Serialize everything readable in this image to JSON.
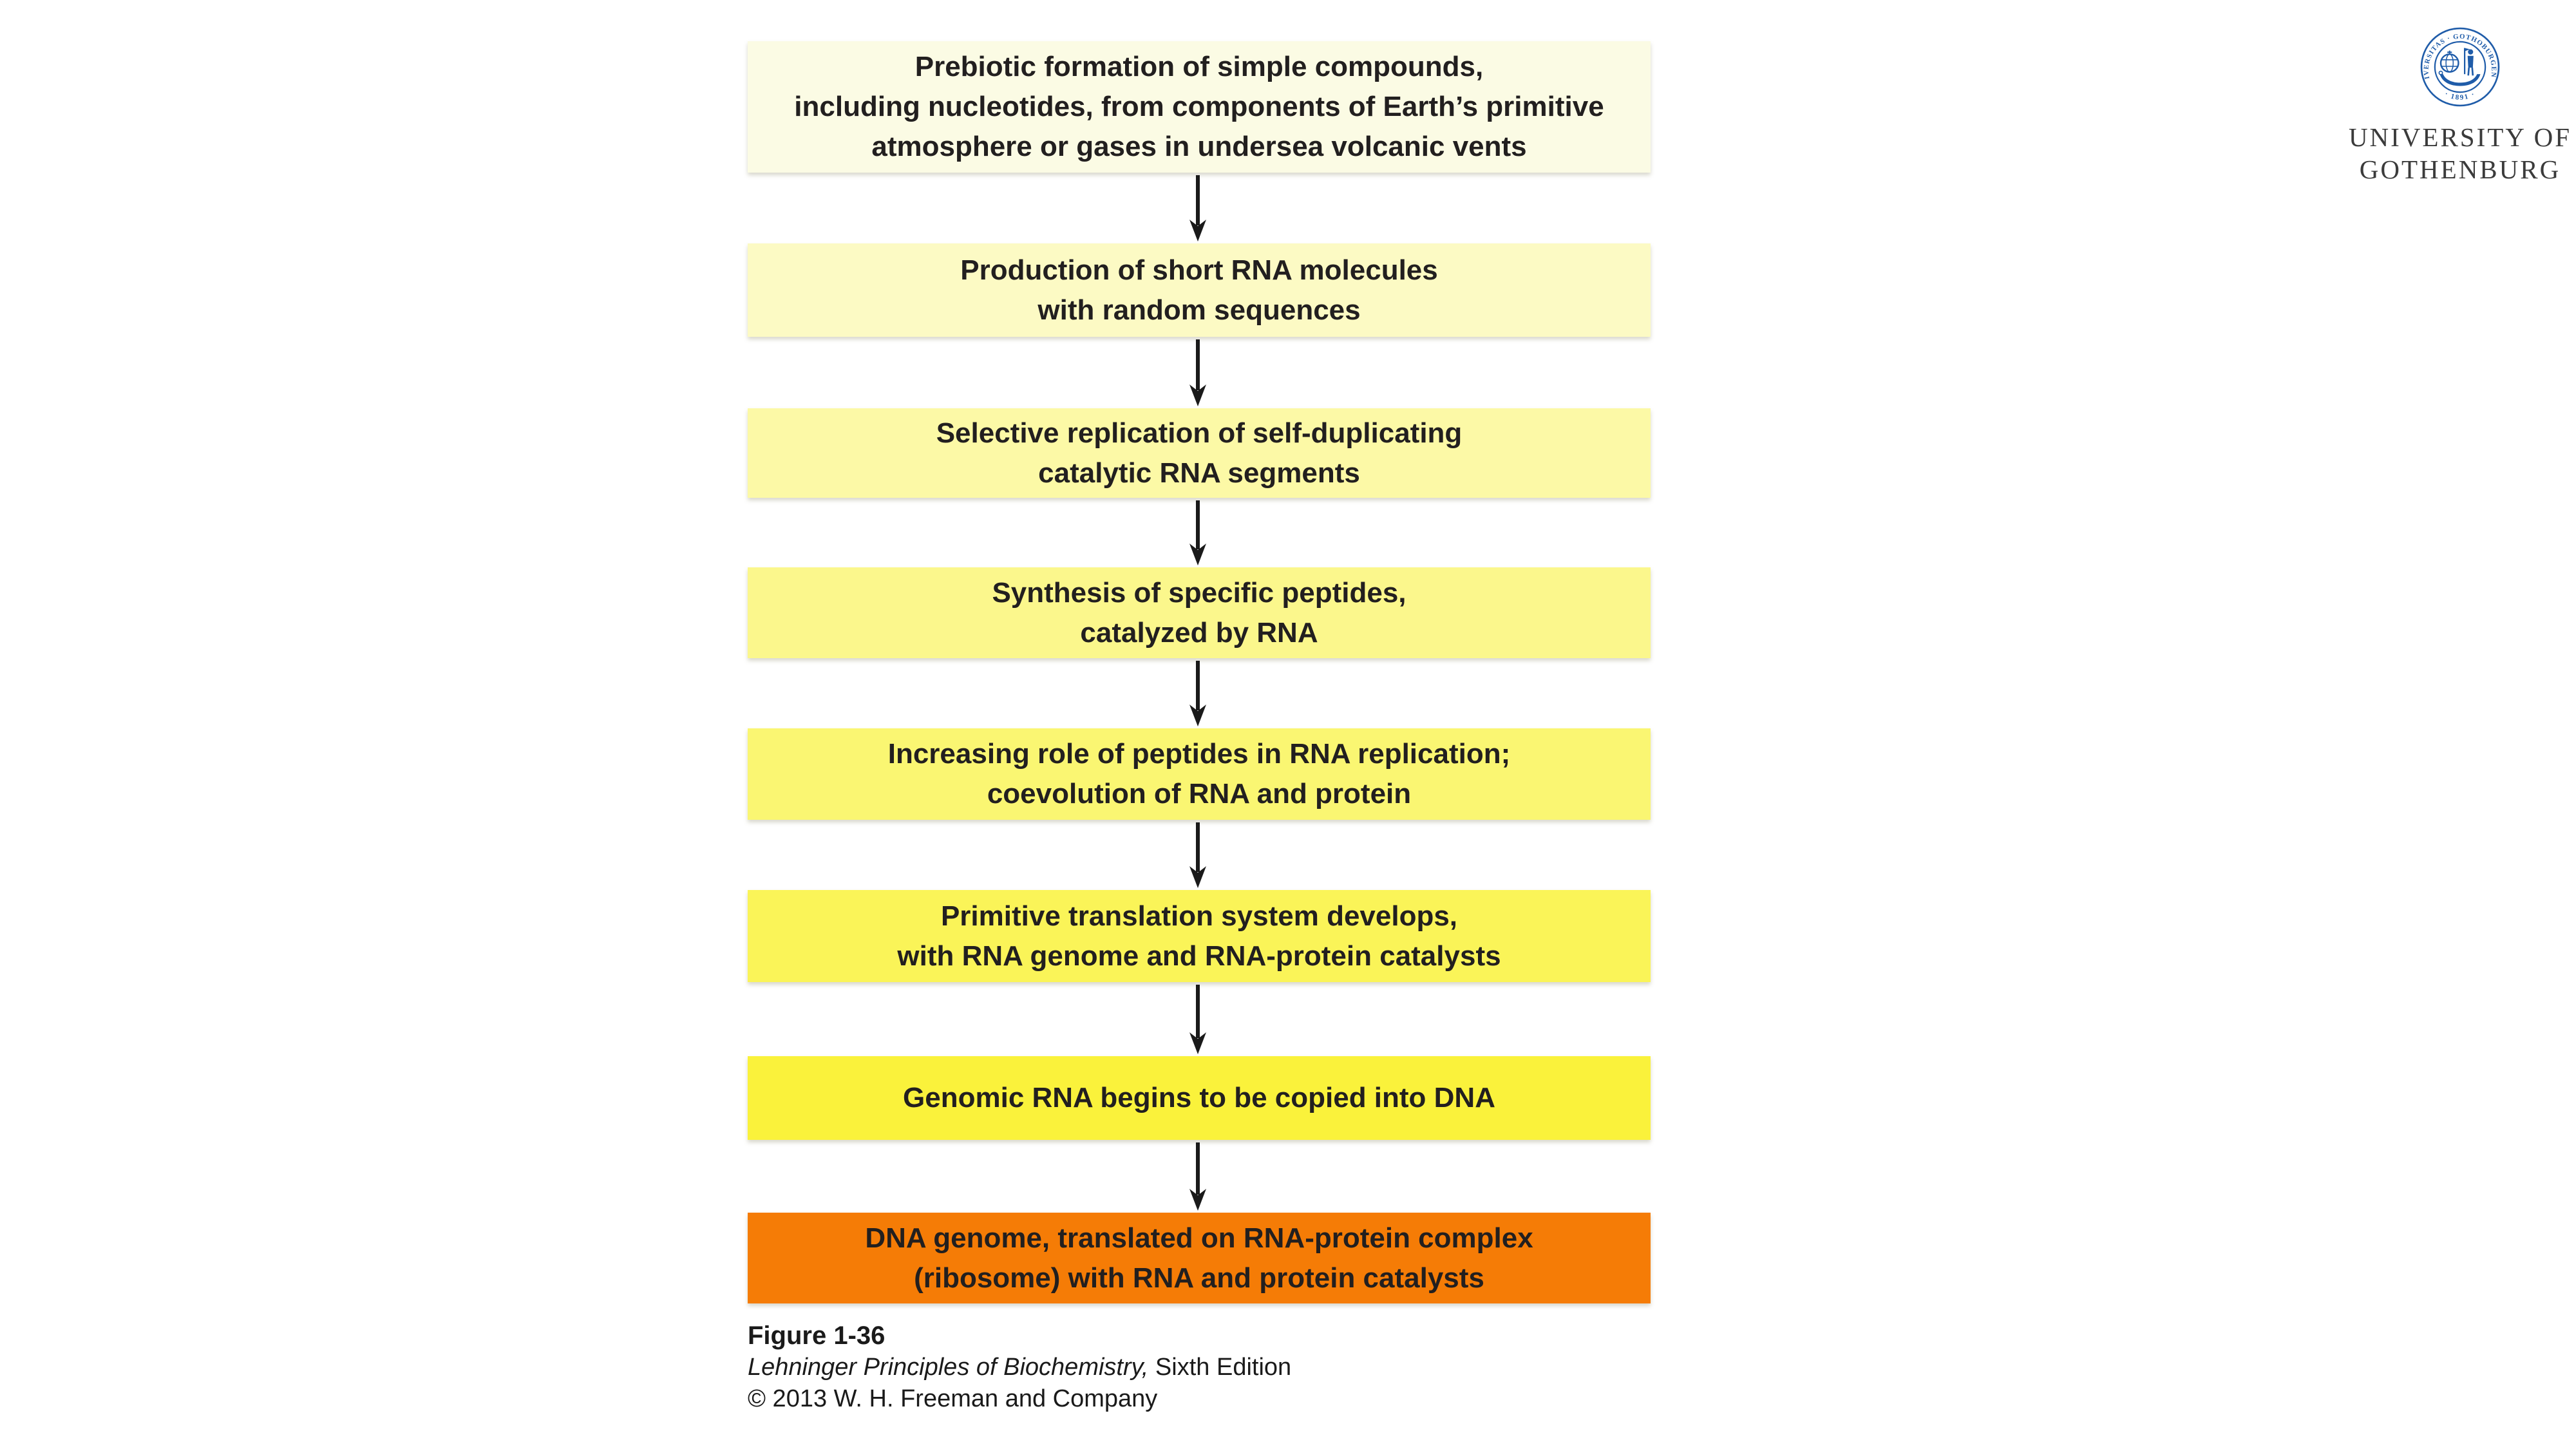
{
  "flowchart": {
    "text_color": "#221f1f",
    "arrow_color": "#1a1a1a",
    "boxes": [
      {
        "bg": "#FBFBE4",
        "lines": [
          "Prebiotic formation of simple compounds,",
          "including nucleotides, from components of Earth’s primitive",
          "atmosphere or gases in undersea volcanic vents"
        ]
      },
      {
        "bg": "#FCFAC4",
        "lines": [
          "Production of short RNA molecules",
          "with random sequences"
        ]
      },
      {
        "bg": "#FCF9A6",
        "lines": [
          "Selective replication of self-duplicating",
          "catalytic RNA segments"
        ]
      },
      {
        "bg": "#FBF78C",
        "lines": [
          "Synthesis of specific peptides,",
          "catalyzed by RNA"
        ]
      },
      {
        "bg": "#FAF672",
        "lines": [
          "Increasing role of peptides in RNA replication;",
          "coevolution of RNA and protein"
        ]
      },
      {
        "bg": "#FAF458",
        "lines": [
          "Primitive translation system develops,",
          "with RNA genome and RNA-protein catalysts"
        ]
      },
      {
        "bg": "#FAF23B",
        "lines": [
          "Genomic RNA begins to be copied into DNA"
        ]
      },
      {
        "bg": "#F57C06",
        "lines": [
          "DNA genome, translated on RNA-protein complex",
          "(ribosome) with RNA and protein catalysts"
        ]
      }
    ]
  },
  "caption": {
    "figure_label": "Figure 1-36",
    "book_title_italic": "Lehninger Principles of Biochemistry,",
    "edition": " Sixth Edition",
    "copyright": "© 2013 W. H. Freeman and Company"
  },
  "logo": {
    "seal_color": "#1F5CA9",
    "text_color": "#3B3B3B",
    "ring_text": "UNIVERSITAS · GOTHOBURGENSIS",
    "year": "· 1891 ·",
    "org_line1": "UNIVERSITY OF",
    "org_line2": "GOTHENBURG"
  }
}
